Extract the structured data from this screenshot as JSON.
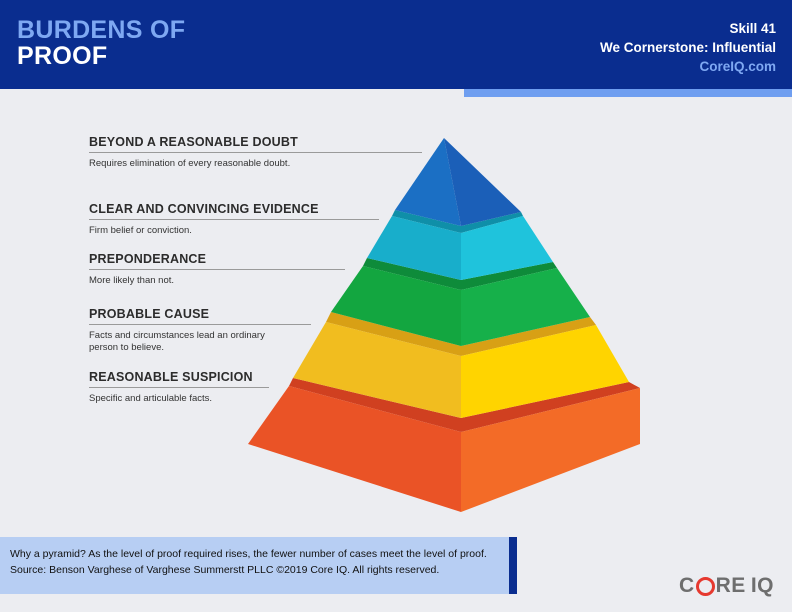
{
  "header": {
    "title_line1": "BURDENS OF",
    "title_line2": "PROOF",
    "skill": "Skill 41",
    "subtitle": "We Cornerstone: Influential",
    "url": "CoreIQ.com"
  },
  "levels": [
    {
      "name": "BEYOND A REASONABLE DOUBT",
      "desc": "Requires elimination of every reasonable doubt.",
      "color": "#1f74c9"
    },
    {
      "name": "CLEAR AND CONVINCING EVIDENCE",
      "desc": "Firm belief or conviction.",
      "color": "#19b3cc"
    },
    {
      "name": "PREPONDERANCE",
      "desc": "More likely than not.",
      "color": "#16ad48"
    },
    {
      "name": "PROBABLE CAUSE",
      "desc": "Facts and circumstances lead an ordinary\nperson to believe.",
      "color": "#f3c21c"
    },
    {
      "name": "REASONABLE SUSPICION",
      "desc": "Specific and articulable facts.",
      "color": "#ee5a26"
    }
  ],
  "footer": {
    "text": "Why a pyramid? As the level of proof required rises, the fewer number of cases meet the level of proof. Source: Benson Varghese of Varghese Summerstt PLLC ©2019 Core IQ. All rights reserved."
  },
  "logo": {
    "part1": "C",
    "part2": "RE",
    "part3": "IQ"
  }
}
